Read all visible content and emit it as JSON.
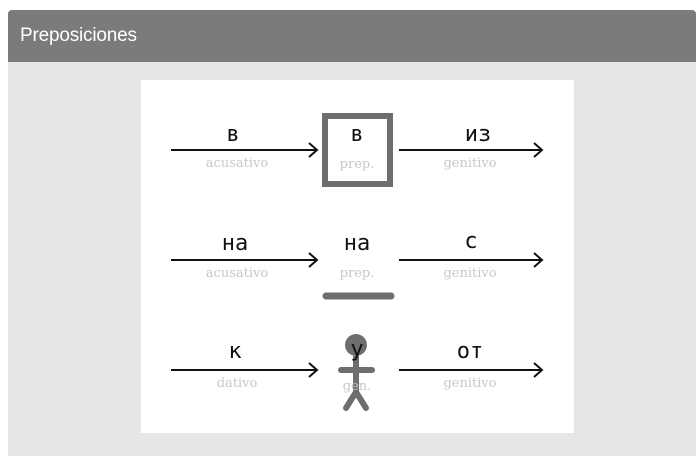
{
  "header": {
    "title": "Preposiciones"
  },
  "colors": {
    "header_bg": "#7b7b7b",
    "panel_bg": "#e6e6e6",
    "diagram_bg": "#ffffff",
    "symbol": "#6e6e6e",
    "arrow": "#111111",
    "case_text": "#c8c8c8"
  },
  "rows": [
    {
      "symbol": "box",
      "left": {
        "word": "в",
        "case": "acusativo"
      },
      "center": {
        "word": "в",
        "case": "prep."
      },
      "right": {
        "word": "из",
        "case": "genitivo"
      }
    },
    {
      "symbol": "surface",
      "left": {
        "word": "на",
        "case": "acusativo"
      },
      "center": {
        "word": "на",
        "case": "prep."
      },
      "right": {
        "word": "с",
        "case": "genitivo"
      }
    },
    {
      "symbol": "person",
      "left": {
        "word": "к",
        "case": "dativo"
      },
      "center": {
        "word": "у",
        "case": "gen."
      },
      "right": {
        "word": "от",
        "case": "genitivo"
      }
    }
  ]
}
